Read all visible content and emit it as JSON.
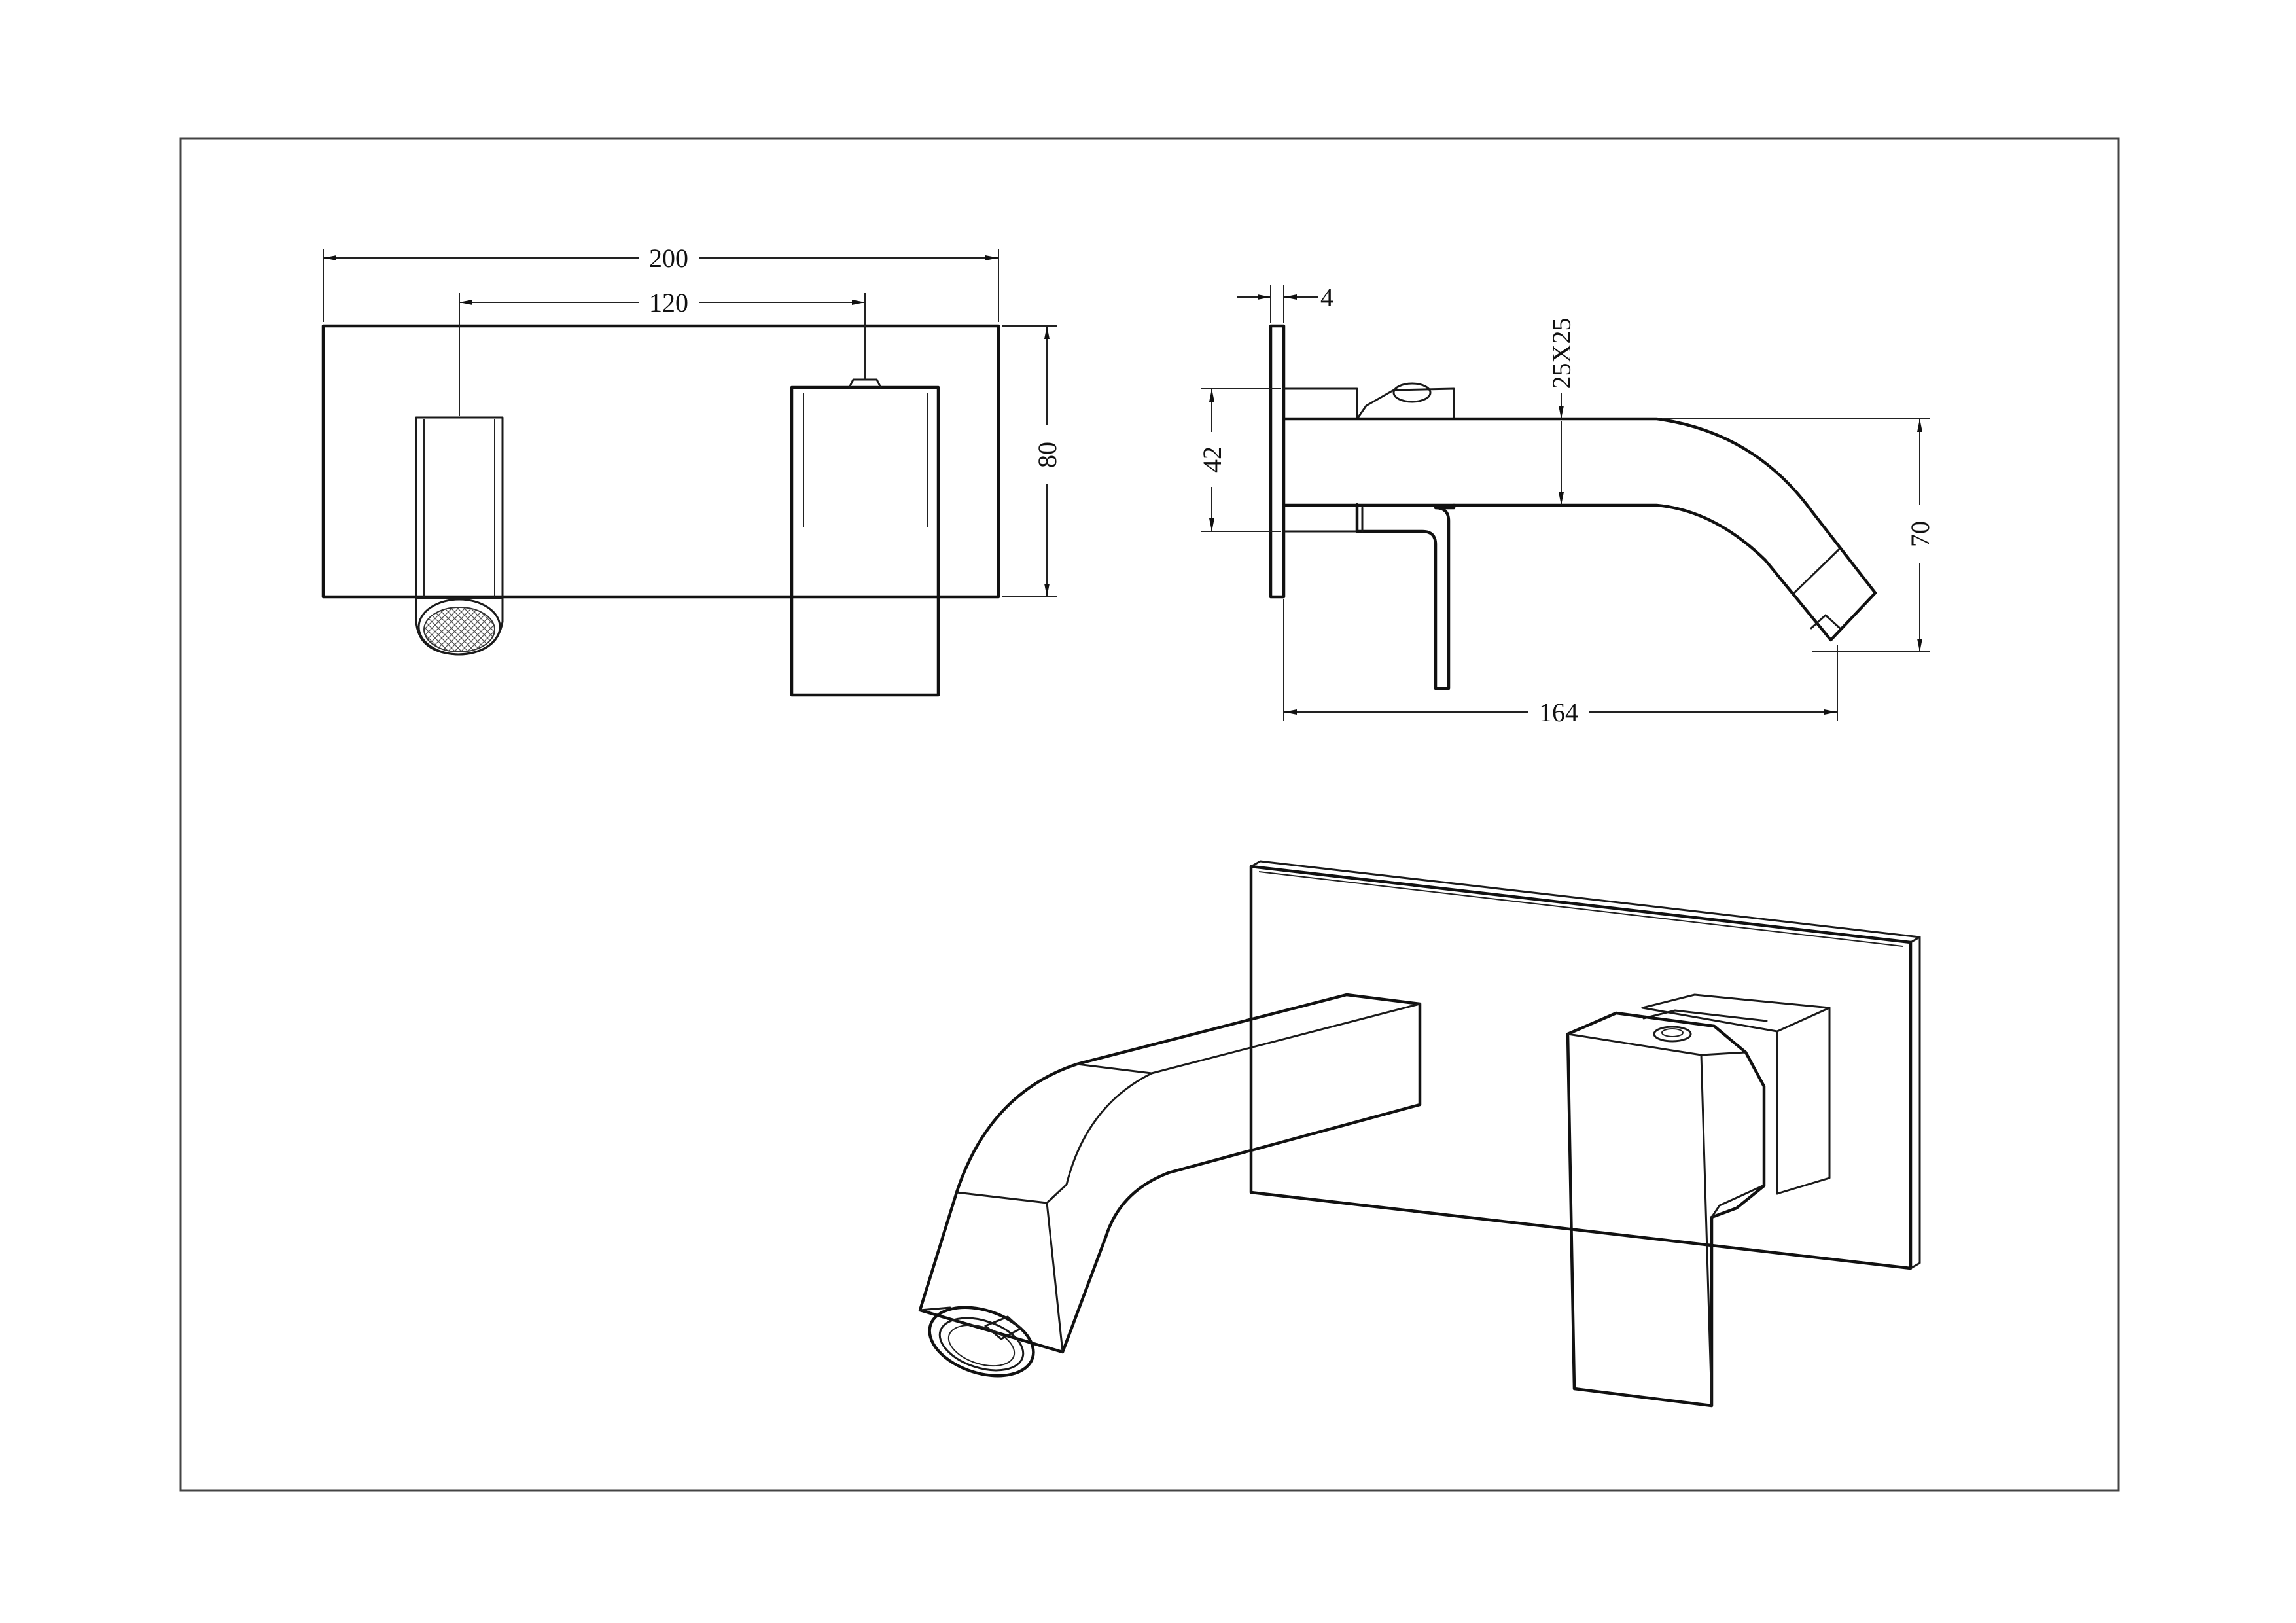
{
  "dimensions": {
    "overall_width": "200",
    "center_distance": "120",
    "plate_height": "80",
    "plate_thickness": "4",
    "body_height": "42",
    "spout_section": "25X25",
    "spout_drop": "70",
    "projection": "164"
  },
  "colors": {
    "line": "#111111",
    "frame": "#444444",
    "background": "#ffffff"
  }
}
